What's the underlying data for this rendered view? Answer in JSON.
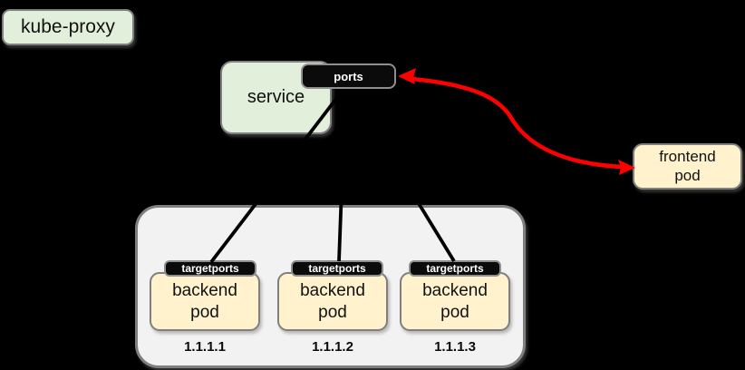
{
  "diagram": {
    "kube_proxy": {
      "label": "kube-proxy"
    },
    "service": {
      "label": "service",
      "ports_badge": "ports"
    },
    "frontend_pod": {
      "line1": "frontend",
      "line2": "pod"
    },
    "backend_group": {
      "pods": [
        {
          "badge": "targetports",
          "line1": "backend",
          "line2": "pod",
          "ip": "1.1.1.1"
        },
        {
          "badge": "targetports",
          "line1": "backend",
          "line2": "pod",
          "ip": "1.1.1.2"
        },
        {
          "badge": "targetports",
          "line1": "backend",
          "line2": "pod",
          "ip": "1.1.1.3"
        }
      ]
    },
    "colors": {
      "background": "#000000",
      "node_green": "#E2EFDA",
      "node_yellow": "#FFF2CC",
      "group_gray": "#F2F2F2",
      "border_gray": "#7F7F7F",
      "badge_black": "#0B0B0B",
      "connector_black": "#000000",
      "arrow_red": "#FF0000"
    }
  }
}
